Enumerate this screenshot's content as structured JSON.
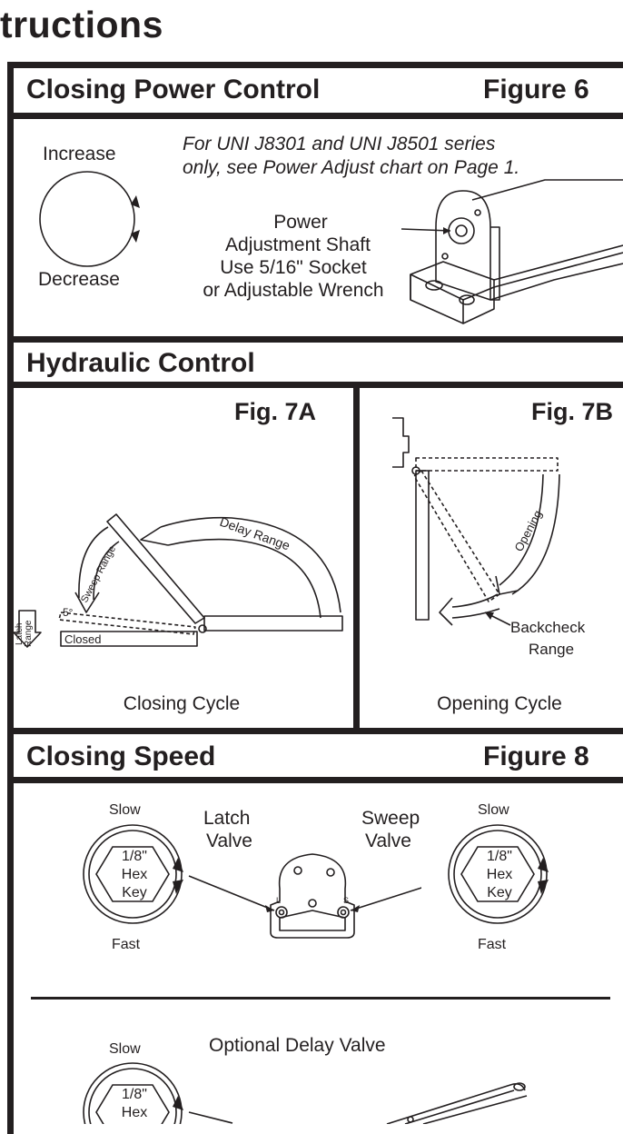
{
  "page": {
    "title_fragment": "tructions"
  },
  "section_power": {
    "title": "Closing Power Control",
    "figure": "Figure 6",
    "increase": "Increase",
    "decrease": "Decrease",
    "note_line1": "For UNI J8301 and UNI J8501 series",
    "note_line2": "only, see Power Adjust chart on Page 1.",
    "shaft_line1": "Power",
    "shaft_line2": "Adjustment Shaft",
    "shaft_line3": "Use 5/16\" Socket",
    "shaft_line4": "or Adjustable Wrench"
  },
  "section_hydraulic": {
    "title": "Hydraulic Control",
    "fig_a": {
      "label": "Fig. 7A",
      "caption": "Closing Cycle",
      "delay_range": "Delay Range",
      "sweep_range": "Sweep Range",
      "latch_range_1": "Latch",
      "latch_range_2": "Range",
      "closed": "Closed",
      "degrees": "5°"
    },
    "fig_b": {
      "label": "Fig. 7B",
      "caption": "Opening Cycle",
      "opening": "Opening",
      "backcheck_1": "Backcheck",
      "backcheck_2": "Range"
    }
  },
  "section_speed": {
    "title": "Closing Speed",
    "figure": "Figure 8",
    "slow": "Slow",
    "fast": "Fast",
    "hex_1": "1/8\"",
    "hex_2": "Hex",
    "hex_3": "Key",
    "latch_valve_1": "Latch",
    "latch_valve_2": "Valve",
    "sweep_valve_1": "Sweep",
    "sweep_valve_2": "Valve",
    "valve_l": "L",
    "valve_s": "S",
    "optional_delay": "Optional Delay Valve"
  },
  "colors": {
    "ink": "#231f20",
    "paper": "#ffffff"
  }
}
